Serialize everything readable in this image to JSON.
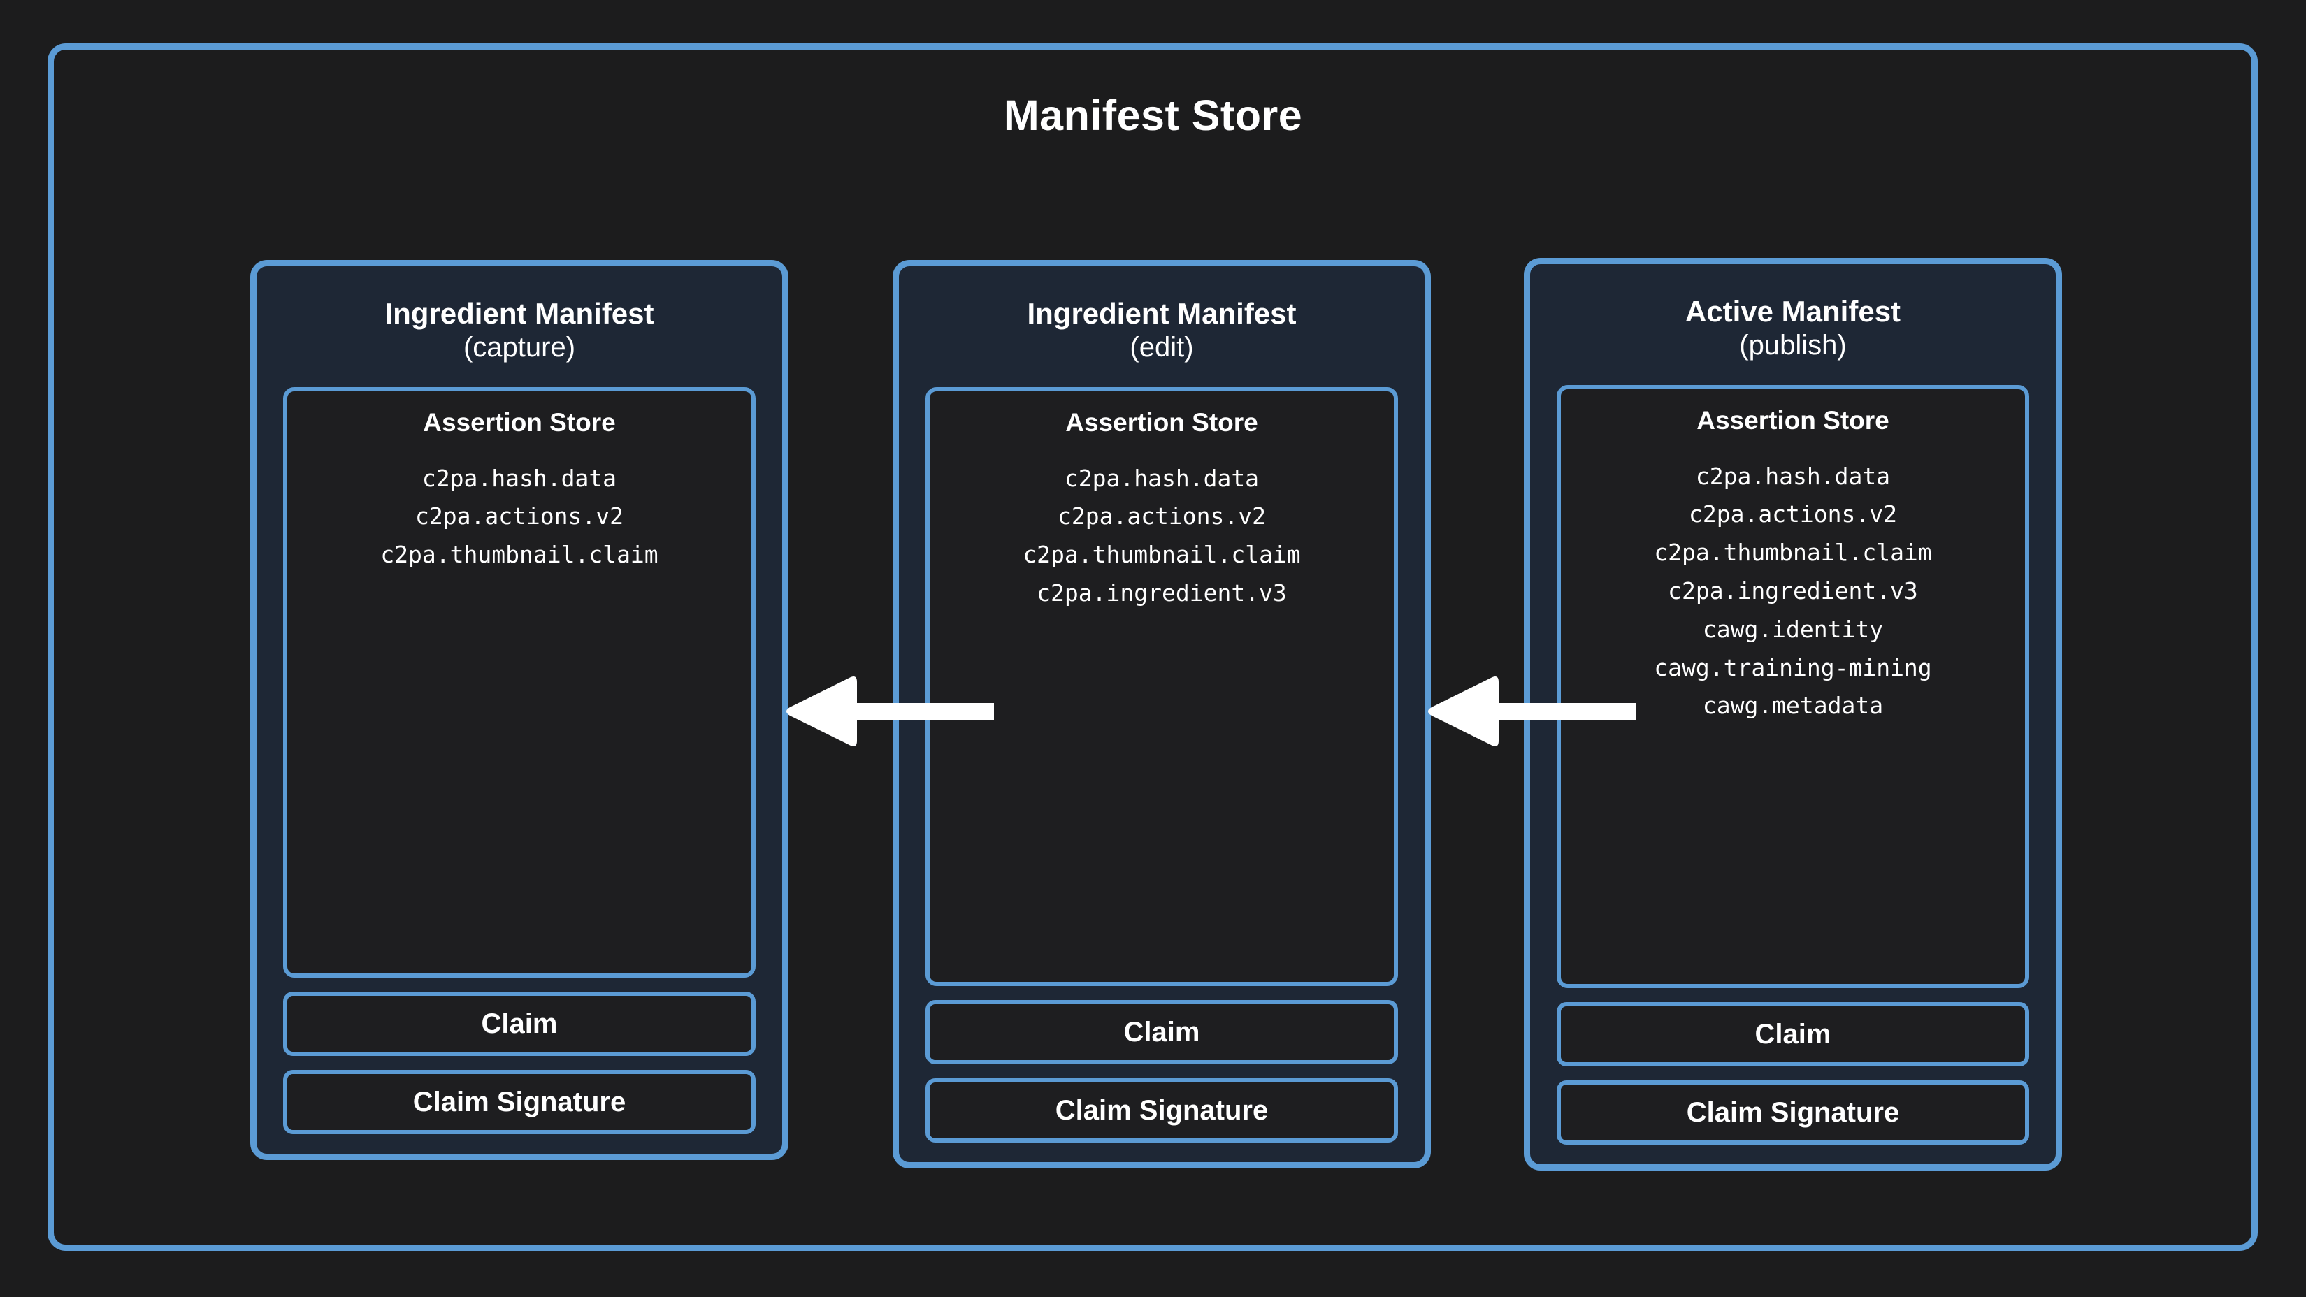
{
  "store": {
    "title": "Manifest Store",
    "border_color": "#5b9bd5",
    "background_color": "#1c1c1d",
    "panel_background_color": "#1e2735",
    "box_background_color": "#1e1e20",
    "text_color": "#ffffff",
    "arrow_color": "#ffffff"
  },
  "panels": [
    {
      "title": "Ingredient Manifest",
      "subtitle": "(capture)",
      "assertion_store": {
        "title": "Assertion Store",
        "assertions": [
          "c2pa.hash.data",
          "c2pa.actions.v2",
          "c2pa.thumbnail.claim"
        ]
      },
      "claim_label": "Claim",
      "claim_signature_label": "Claim Signature"
    },
    {
      "title": "Ingredient Manifest",
      "subtitle": "(edit)",
      "assertion_store": {
        "title": "Assertion Store",
        "assertions": [
          "c2pa.hash.data",
          "c2pa.actions.v2",
          "c2pa.thumbnail.claim",
          "c2pa.ingredient.v3"
        ]
      },
      "claim_label": "Claim",
      "claim_signature_label": "Claim Signature"
    },
    {
      "title": "Active Manifest",
      "subtitle": "(publish)",
      "assertion_store": {
        "title": "Assertion Store",
        "assertions": [
          "c2pa.hash.data",
          "c2pa.actions.v2",
          "c2pa.thumbnail.claim",
          "c2pa.ingredient.v3",
          "cawg.identity",
          "cawg.training-mining",
          "cawg.metadata"
        ]
      },
      "claim_label": "Claim",
      "claim_signature_label": "Claim Signature"
    }
  ],
  "arrows": [
    {
      "name": "ingredient-link-edit-to-capture",
      "direction": "left",
      "from": "c2pa.ingredient.v3 (edit manifest)",
      "to": "Ingredient Manifest (capture)"
    },
    {
      "name": "ingredient-link-publish-to-edit",
      "direction": "left",
      "from": "c2pa.ingredient.v3 (active manifest)",
      "to": "Ingredient Manifest (edit)"
    }
  ]
}
